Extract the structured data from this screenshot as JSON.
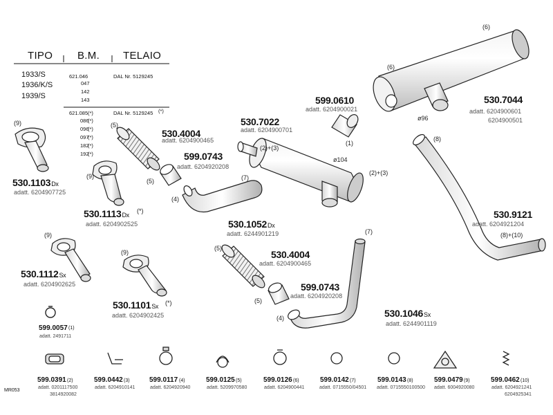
{
  "diagram_code": "MR053",
  "table": {
    "headers": [
      "TIPO",
      "B.M.",
      "TELAIO"
    ],
    "tipo_rows": [
      "1933/S",
      "1936/K/S",
      "1939/S"
    ],
    "bm_rows_a": [
      "621.046",
      "047",
      "142",
      "143"
    ],
    "telaio_a": "DAL Nr. 5129245",
    "bm_rows_b": [
      "621.085",
      "086",
      "096",
      "097",
      "182",
      "192"
    ],
    "bm_star": "(*)",
    "telaio_b": "DAL Nr. 5129245",
    "telaio_b_star": "(*)"
  },
  "parts": {
    "p5301103": {
      "code": "530.1103",
      "side": "Dx",
      "adatt": "adatt. 6204907725",
      "ref": "(9)"
    },
    "p5301113": {
      "code": "530.1113",
      "side": "Dx",
      "note": "(*)",
      "adatt": "adatt. 6204902525",
      "ref": "(9)"
    },
    "p5301112": {
      "code": "530.1112",
      "side": "Sx",
      "adatt": "adatt. 6204902625",
      "ref": "(9)"
    },
    "p5301101": {
      "code": "530.1101",
      "side": "Sx",
      "note": "(*)",
      "adatt": "adatt. 6204902425",
      "ref": "(9)"
    },
    "p5304004a": {
      "code": "530.4004",
      "adatt": "adatt. 6204900465",
      "ref": "(5)"
    },
    "p5990743a": {
      "code": "599.0743",
      "adatt": "adatt. 6204920208",
      "ref": "(5)"
    },
    "p5301052": {
      "code": "530.1052",
      "side": "Dx",
      "adatt": "adatt. 6244901219",
      "ref4": "(4)",
      "ref7": "(7)"
    },
    "p5307022": {
      "code": "530.7022",
      "adatt": "adatt. 6204900701",
      "ref_a": "(2)+(3)",
      "ref_b": "(2)+(3)",
      "dia": "ø104"
    },
    "p5990610": {
      "code": "599.0610",
      "adatt": "adatt. 6204900021",
      "ref": "(1)"
    },
    "p5307044": {
      "code": "530.7044",
      "adatt1": "adatt. 6204900601",
      "adatt2": "6204900501",
      "ref6a": "(6)",
      "ref6b": "(6)",
      "dia": "ø96"
    },
    "p5309121": {
      "code": "530.9121",
      "adatt": "adatt. 6204921204",
      "ref8": "(8)",
      "ref810": "(8)+(10)"
    },
    "p5304004b": {
      "code": "530.4004",
      "adatt": "adatt. 6204900465",
      "ref": "(5)"
    },
    "p5990743b": {
      "code": "599.0743",
      "adatt": "adatt. 6204920208",
      "ref": "(5)",
      "ref4": "(4)"
    },
    "p5301046": {
      "code": "530.1046",
      "side": "Sx",
      "adatt": "adatt. 6244901119",
      "ref": "(7)"
    },
    "p5990057": {
      "code": "599.0057",
      "ref": "(1)",
      "adatt": "adatt. 2491711"
    }
  },
  "bottom_row": [
    {
      "code": "599.0391",
      "ref": "(2)",
      "adatt": "adatt. 0201117500",
      "adatt2": "3814920082"
    },
    {
      "code": "599.0442",
      "ref": "(3)",
      "adatt": "adatt. 6204910141"
    },
    {
      "code": "599.0117",
      "ref": "(4)",
      "adatt": "adatt. 6204920940"
    },
    {
      "code": "599.0125",
      "ref": "(5)",
      "adatt": "adatt. 5209970580"
    },
    {
      "code": "599.0126",
      "ref": "(6)",
      "adatt": "adatt. 6204900441"
    },
    {
      "code": "599.0142",
      "ref": "(7)",
      "adatt": "adatt. 0715550/04501"
    },
    {
      "code": "599.0143",
      "ref": "(8)",
      "adatt": "adatt. 0715550100500"
    },
    {
      "code": "599.0479",
      "ref": "(9)",
      "adatt": "adatt. 6004920080"
    },
    {
      "code": "599.0462",
      "ref": "(10)",
      "adatt": "adatt. 6204921241",
      "adatt2": "6204925341"
    }
  ]
}
